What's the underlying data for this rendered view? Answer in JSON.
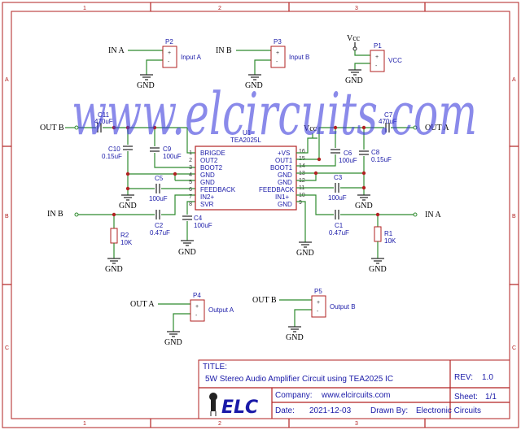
{
  "sheet": {
    "columns": [
      "1",
      "2",
      "3"
    ],
    "rows": [
      "A",
      "B",
      "C"
    ]
  },
  "watermark": "www.elcircuits.com",
  "ic": {
    "ref": "U1",
    "part": "TEA2025L",
    "left_pins": [
      {
        "num": "1",
        "name": "BRIGDE"
      },
      {
        "num": "2",
        "name": "OUT2"
      },
      {
        "num": "3",
        "name": "BOOT2"
      },
      {
        "num": "4",
        "name": "GND"
      },
      {
        "num": "5",
        "name": "GND"
      },
      {
        "num": "6",
        "name": "FEEDBACK"
      },
      {
        "num": "7",
        "name": "IN2+"
      },
      {
        "num": "8",
        "name": "SVR"
      }
    ],
    "right_pins": [
      {
        "num": "16",
        "name": "+VS"
      },
      {
        "num": "15",
        "name": "OUT1"
      },
      {
        "num": "14",
        "name": "BOOT1"
      },
      {
        "num": "13",
        "name": "GND"
      },
      {
        "num": "12",
        "name": "GND"
      },
      {
        "num": "11",
        "name": "FEEDBACK"
      },
      {
        "num": "10",
        "name": "IN1+"
      },
      {
        "num": "9",
        "name": "GND"
      }
    ]
  },
  "connectors": {
    "p2": {
      "ref": "P2",
      "label": "Input A",
      "net": "IN A"
    },
    "p3": {
      "ref": "P3",
      "label": "Input B",
      "net": "IN B"
    },
    "p1": {
      "ref": "P1",
      "label": "VCC",
      "net": "Vcc"
    },
    "p4": {
      "ref": "P4",
      "label": "Output A",
      "net": "OUT A"
    },
    "p5": {
      "ref": "P5",
      "label": "Output B",
      "net": "OUT B"
    }
  },
  "components": {
    "c11": {
      "ref": "C11",
      "value": "470uF"
    },
    "c10": {
      "ref": "C10",
      "value": "0.15uF"
    },
    "c9": {
      "ref": "C9",
      "value": "100uF"
    },
    "c5": {
      "ref": "C5",
      "value": "100uF"
    },
    "c2": {
      "ref": "C2",
      "value": "0.47uF"
    },
    "c4": {
      "ref": "C4",
      "value": "100uF"
    },
    "r2": {
      "ref": "R2",
      "value": "10K"
    },
    "c7": {
      "ref": "C7",
      "value": "470uF"
    },
    "c6": {
      "ref": "C6",
      "value": "100uF"
    },
    "c8": {
      "ref": "C8",
      "value": "0.15uF"
    },
    "c3": {
      "ref": "C3",
      "value": "100uF"
    },
    "c1": {
      "ref": "C1",
      "value": "0.47uF"
    },
    "r1": {
      "ref": "R1",
      "value": "10K"
    }
  },
  "nets": {
    "gnd": "GND",
    "vcc": "Vcc",
    "out_a": "OUT A",
    "out_b": "OUT B",
    "in_a": "IN A",
    "in_b": "IN B"
  },
  "title_block": {
    "title_label": "TITLE:",
    "title": "5W Stereo Audio Amplifier Circuit using TEA2025 IC",
    "rev_label": "REV:",
    "rev": "1.0",
    "company_label": "Company:",
    "company": "www.elcircuits.com",
    "sheet_label": "Sheet:",
    "sheet": "1/1",
    "date_label": "Date:",
    "date": "2021-12-03",
    "drawn_label": "Drawn By:",
    "drawn": "Electronic Circuits",
    "logo": "ELC"
  }
}
